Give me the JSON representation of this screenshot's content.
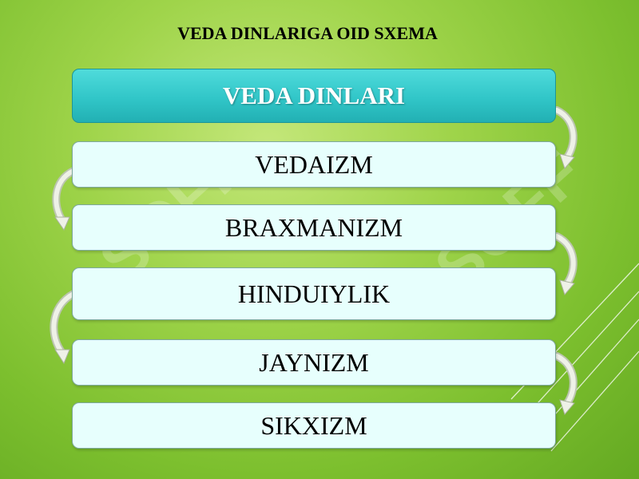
{
  "diagram": {
    "title": "VEDA DINLARIGA OID SXEMA",
    "root": "VEDA DINLARI",
    "items": [
      "VEDAIZM",
      "BRAXMANIZM",
      "HINDUIYLIK",
      "JAYNIZM",
      "SIKXIZM"
    ]
  },
  "watermark": "SOFF",
  "colors": {
    "background": "#8fcb3c",
    "header_box": "#31c6c8",
    "item_box": "#e7fffd",
    "connector": "#e3e8da"
  }
}
